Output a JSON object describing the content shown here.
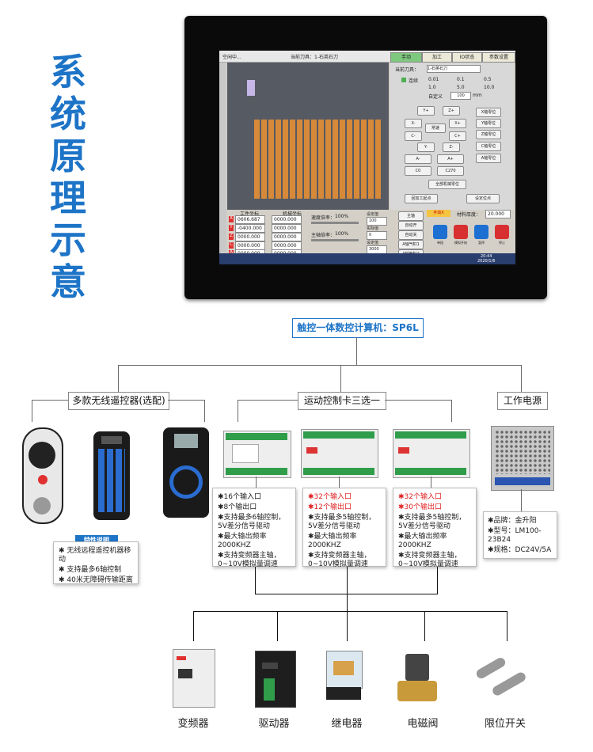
{
  "title": {
    "chars": [
      "系",
      "统",
      "原",
      "理",
      "示",
      "意"
    ],
    "color": "#1d74c7"
  },
  "screen": {
    "top_left": "空闲中...",
    "current_tool": "当前刀具：1-石英石刀",
    "tabs": [
      "手动",
      "加工",
      "IO状态",
      "参数设置"
    ],
    "tool_label": "当前刀具：",
    "tool_value": "1-石英石刀",
    "step_continuous": "连续",
    "steps": [
      "0.01",
      "0.1",
      "0.5",
      "1.0",
      "5.0",
      "10.0"
    ],
    "custom_label": "自定义",
    "custom_value": "100",
    "custom_unit": "mm",
    "jog_buttons": [
      "Y+",
      "Z+",
      "X-",
      "常速",
      "X+",
      "C-",
      "C+",
      "Y-",
      "Z-",
      "A-",
      "A+",
      "C0",
      "C270"
    ],
    "zero_buttons": [
      "X轴零位",
      "Y轴零位",
      "Z轴零位",
      "C轴零位",
      "A轴零位",
      "全部机械零位"
    ],
    "bottom_buttons": [
      "回加工起点",
      "设定位点"
    ],
    "work_coord": "工件坐标",
    "mach_coord": "机械坐标",
    "axes": [
      "X",
      "Y",
      "Z",
      "C",
      "A"
    ],
    "work_values": [
      "0606.687",
      "-0400.000",
      "0000.000",
      "0000.000",
      "0000.000"
    ],
    "mach_values": [
      "0000.000",
      "0000.000",
      "0000.000",
      "0000.000",
      "0000.000"
    ],
    "feed_label": "速度倍率：",
    "feed_value": "100%",
    "spindle_label": "主轴倍率：",
    "spindle_value": "100%",
    "set_speed": "设定值",
    "set_speed_value": "100",
    "actual": "实际值",
    "actual_value": "0",
    "spindle_set": "设定值",
    "spindle_set_value": "3000",
    "io_buttons": [
      "主轴",
      "自动开",
      "自动关",
      "A轴气缸1",
      "A轴气缸2"
    ],
    "manual_x": "手动X",
    "thickness_label": "材料厚度：",
    "thickness_value": "20.000",
    "ctrl_labels": [
      "单段",
      "模拟开始",
      "暂停",
      "停止"
    ],
    "taskbar_time": "20:44",
    "taskbar_date": "2020/1/6"
  },
  "main_label": "触控一体数控计算机：SP6L",
  "groups": {
    "remote": "多款无线遥控器(选配)",
    "motion": "运动控制卡三选一",
    "power": "工作电源"
  },
  "remote_features": {
    "title": "特性说明",
    "items": [
      "无线远程遥控机器移动",
      "支持最多6轴控制",
      "40米无障碍传输距离"
    ]
  },
  "card1": [
    "16个输入口",
    "8个输出口",
    "支持最多6轴控制，5V差分信号驱动",
    "最大输出频率2000KHZ",
    "支持变频器主轴，0~10V模拟量调速"
  ],
  "card2": [
    "32个输入口",
    "12个输出口",
    "支持最多5轴控制，5V差分信号驱动",
    "最大输出频率2000KHZ",
    "支持变频器主轴，0~10V模拟量调速"
  ],
  "card3": [
    "32个输入口",
    "30个输出口",
    "支持最多5轴控制，5V差分信号驱动",
    "最大输出频率2000KHZ",
    "支持变频器主轴，0~10V模拟量调速"
  ],
  "power_spec": [
    "品牌：金升阳",
    "型号：LM100-23B24",
    "规格：DC24V/5A"
  ],
  "devices": [
    "变频器",
    "驱动器",
    "继电器",
    "电磁阀",
    "限位开关"
  ]
}
